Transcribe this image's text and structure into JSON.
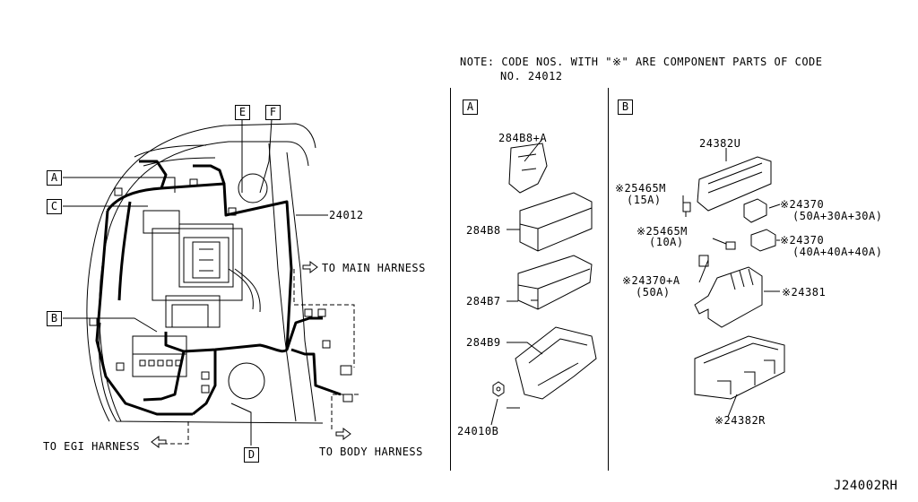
{
  "note": {
    "line1": "NOTE: CODE NOS. WITH \"※\" ARE COMPONENT PARTS OF CODE",
    "line2": "NO. 24012"
  },
  "main_diagram": {
    "callouts": [
      "A",
      "B",
      "C",
      "D",
      "E",
      "F"
    ],
    "part_number": "24012",
    "to_main_harness": "TO MAIN HARNESS",
    "to_body_harness": "TO BODY HARNESS",
    "to_egi_harness": "TO EGI HARNESS"
  },
  "section_a": {
    "label": "A",
    "parts": [
      "284B8+A",
      "284B8",
      "284B7",
      "284B9",
      "24010B"
    ]
  },
  "section_b": {
    "label": "B",
    "parts": {
      "p24382u": "24382U",
      "p25465m_15": "※25465M",
      "p25465m_15_rating": "(15A)",
      "p24370_a": "※24370",
      "p24370_a_rating": "(50A+30A+30A)",
      "p25465m_10": "※25465M",
      "p25465m_10_rating": "(10A)",
      "p24370_b": "※24370",
      "p24370_b_rating": "(40A+40A+40A)",
      "p24370a": "※24370+A",
      "p24370a_rating": "(50A)",
      "p24381": "※24381",
      "p24382r": "※24382R"
    }
  },
  "drawing_code": "J24002RH"
}
